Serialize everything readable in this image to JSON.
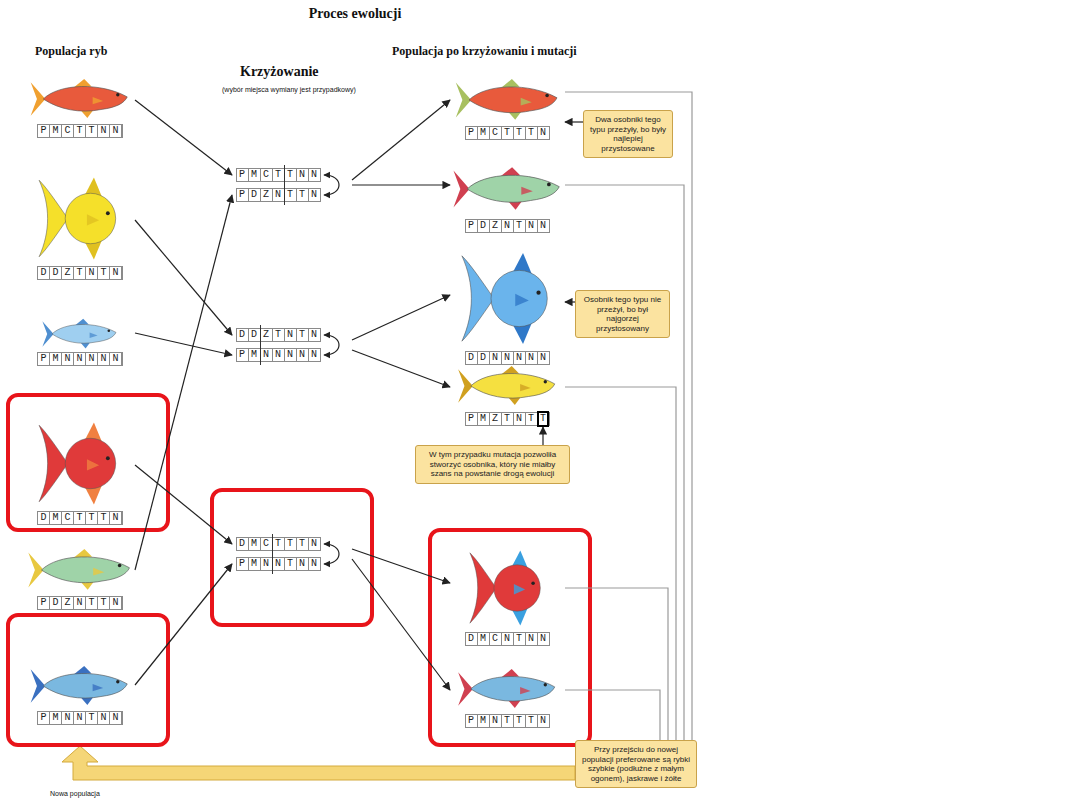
{
  "diagram": {
    "title": "Proces ewolucji",
    "nodes": [
      {
        "text": [
          "P M C T T N N"
        ]
      },
      {
        "text": [
          "D D Z T N T N"
        ]
      },
      {
        "text": [
          "P M N N N N N"
        ]
      },
      {
        "text": [
          "D M C T T T N"
        ]
      },
      {
        "text": [
          "P D Z N T T N"
        ]
      },
      {
        "text": [
          "P M N N T N N"
        ]
      },
      {
        "text": [
          "P M C T T N N",
          "P D Z N T T N"
        ]
      },
      {
        "text": [
          "D D Z T N T N",
          "P M N N N N N"
        ]
      },
      {
        "text": [
          "D M C T T T N",
          "P M N N T N N"
        ]
      },
      {
        "text": [
          "P M C T T T N"
        ]
      },
      {
        "text": [
          "P D Z N T N N"
        ]
      },
      {
        "text": [
          "D D N N N N N"
        ]
      },
      {
        "text": [
          "P M Z T N T T"
        ]
      },
      {
        "text": [
          "D M C N T N N"
        ]
      },
      {
        "text": [
          "P M N T T T N"
        ]
      },
      {
        "text": [
          "Dwa osobniki tego typu przeżyły, bo były najlepiej przystosowane"
        ]
      },
      {
        "text": [
          "Osobnik tego typu nie przeżył, bo był najgorzej przystosowany"
        ]
      },
      {
        "text": [
          "W tym przypadku mutacja pozwoliła stworzyć osobnika, który nie miałby szans na powstanie drogą ewolucji"
        ]
      },
      {
        "text": [
          "Przy przejściu do nowej populacji preferowane są rybki szybkie (podłużne z małym ogonem), jaskrawe i żółte"
        ]
      }
    ],
    "edges": [
      {
        "from": 0,
        "to": 6,
        "arrow": "to"
      },
      {
        "from": 4,
        "to": 6,
        "arrow": "to"
      },
      {
        "from": 1,
        "to": 7,
        "arrow": "to"
      },
      {
        "from": 2,
        "to": 7,
        "arrow": "to"
      },
      {
        "from": 3,
        "to": 8,
        "arrow": "to"
      },
      {
        "from": 5,
        "to": 8,
        "arrow": "to"
      },
      {
        "from": 6,
        "to": 9,
        "arrow": "to"
      },
      {
        "from": 6,
        "to": 10,
        "arrow": "to"
      },
      {
        "from": 7,
        "to": 11,
        "arrow": "to"
      },
      {
        "from": 7,
        "to": 12,
        "arrow": "to"
      },
      {
        "from": 8,
        "to": 13,
        "arrow": "to"
      },
      {
        "from": 8,
        "to": 14,
        "arrow": "to"
      },
      {
        "from": 15,
        "to": 9,
        "arrow": "to"
      },
      {
        "from": 16,
        "to": 11,
        "arrow": "to"
      },
      {
        "from": 17,
        "to": 12,
        "arrow": "to"
      },
      {
        "from": 9,
        "to": 18,
        "arrow": "none"
      },
      {
        "from": 10,
        "to": 18,
        "arrow": "none"
      },
      {
        "from": 12,
        "to": 18,
        "arrow": "none"
      },
      {
        "from": 13,
        "to": 18,
        "arrow": "none"
      },
      {
        "from": 14,
        "to": 18,
        "arrow": "none"
      }
    ],
    "labels": [
      "Populacja ryb",
      "Krzyżowanie",
      "(wybór miejsca wymiany jest przypadkowy)",
      "Populacja po krzyżowaniu i mutacji",
      "Nowa populacja"
    ]
  }
}
